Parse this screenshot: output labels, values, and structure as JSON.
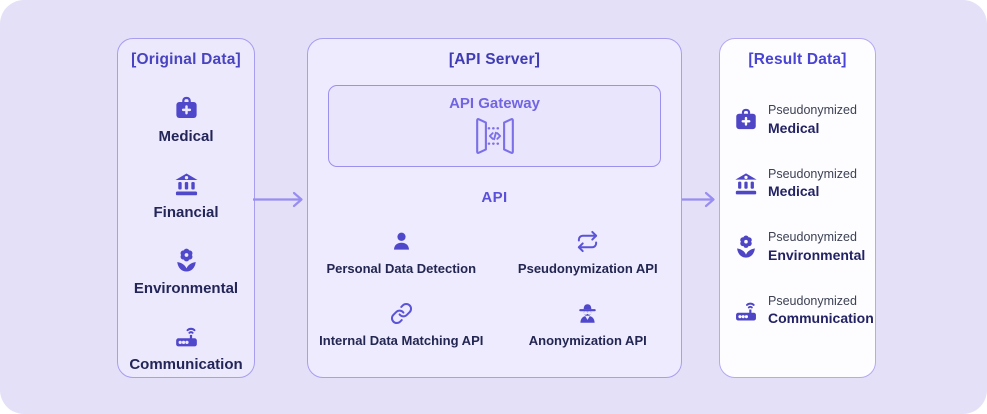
{
  "colors": {
    "background": "#e4e0f7",
    "panel_border": "#a79ef0",
    "accent_indigo": "#4f46c5",
    "gateway_purple": "#7c70e8",
    "label_navy": "#232559",
    "result_panel_bg": "#fdfdff"
  },
  "original": {
    "title": "[Original Data]",
    "items": [
      {
        "label": "Medical",
        "icon": "medical-bag"
      },
      {
        "label": "Financial",
        "icon": "bank"
      },
      {
        "label": "Environmental",
        "icon": "flower"
      },
      {
        "label": "Communication",
        "icon": "router"
      }
    ]
  },
  "api_server": {
    "title": "[API Server]",
    "gateway": {
      "label": "API Gateway",
      "icon": "gateway-doors"
    },
    "api_heading": "API",
    "apis": [
      {
        "label": "Personal Data Detection",
        "icon": "user"
      },
      {
        "label": "Pseudonymization API",
        "icon": "repeat-arrows"
      },
      {
        "label": "Internal Data Matching API",
        "icon": "chain-link"
      },
      {
        "label": "Anonymization API",
        "icon": "spy"
      }
    ]
  },
  "result": {
    "title": "[Result Data]",
    "items": [
      {
        "prefix": "Pseudonymized",
        "label": "Medical",
        "icon": "medical-bag"
      },
      {
        "prefix": "Pseudonymized",
        "label": "Medical",
        "icon": "bank"
      },
      {
        "prefix": "Pseudonymized",
        "label": "Environmental",
        "icon": "flower"
      },
      {
        "prefix": "Pseudonymized",
        "label": "Communication",
        "icon": "router"
      }
    ]
  }
}
